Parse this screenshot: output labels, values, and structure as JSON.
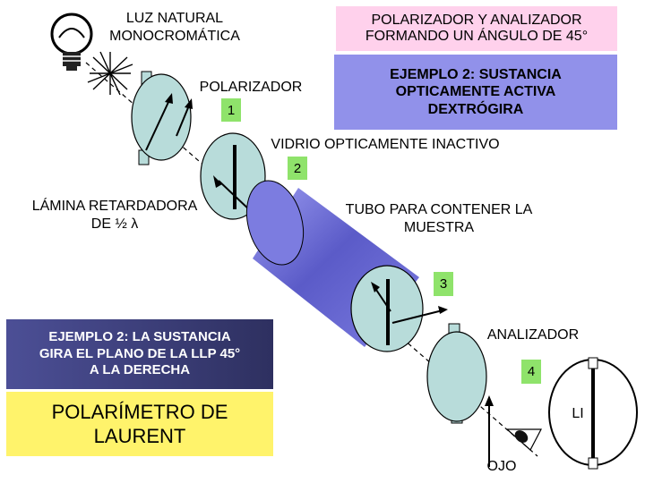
{
  "light_label": [
    "LUZ NATURAL",
    "MONOCROMÁTICA"
  ],
  "angle_box": [
    "POLARIZADOR Y ANALIZADOR",
    "FORMANDO UN ÁNGULO DE 45°"
  ],
  "example_box": [
    "EJEMPLO 2: SUSTANCIA",
    "OPTICAMENTE ACTIVA",
    "DEXTRÓGIRA"
  ],
  "polarizer_label": "POLARIZADOR",
  "polarizer_number": "1",
  "glass_label": "VIDRIO OPTICAMENTE INACTIVO",
  "glass_number": "2",
  "plate_label": [
    "LÁMINA RETARDADORA",
    "DE ½ λ"
  ],
  "tube_label": [
    "TUBO PARA CONTENER LA",
    "MUESTRA"
  ],
  "tube_number": "3",
  "rotation_box": [
    "EJEMPLO 2: LA SUSTANCIA",
    "GIRA EL PLANO DE LA LLP 45°",
    "A LA DERECHA"
  ],
  "analyzer_label": "ANALIZADOR",
  "analyzer_number": "4",
  "instrument_title": [
    "POLARÍMETRO DE",
    "LAURENT"
  ],
  "eye_label": "OJO",
  "field_label": "LI",
  "colors": {
    "angle_box": "#ffd1ec",
    "example_box": "#9191ea",
    "rotation_box": "#4a4d92",
    "instrument_box": "#fff36b",
    "number_badge": "#8fe36b",
    "tube": "#6f6fd8",
    "optic": "#b8dcda"
  }
}
